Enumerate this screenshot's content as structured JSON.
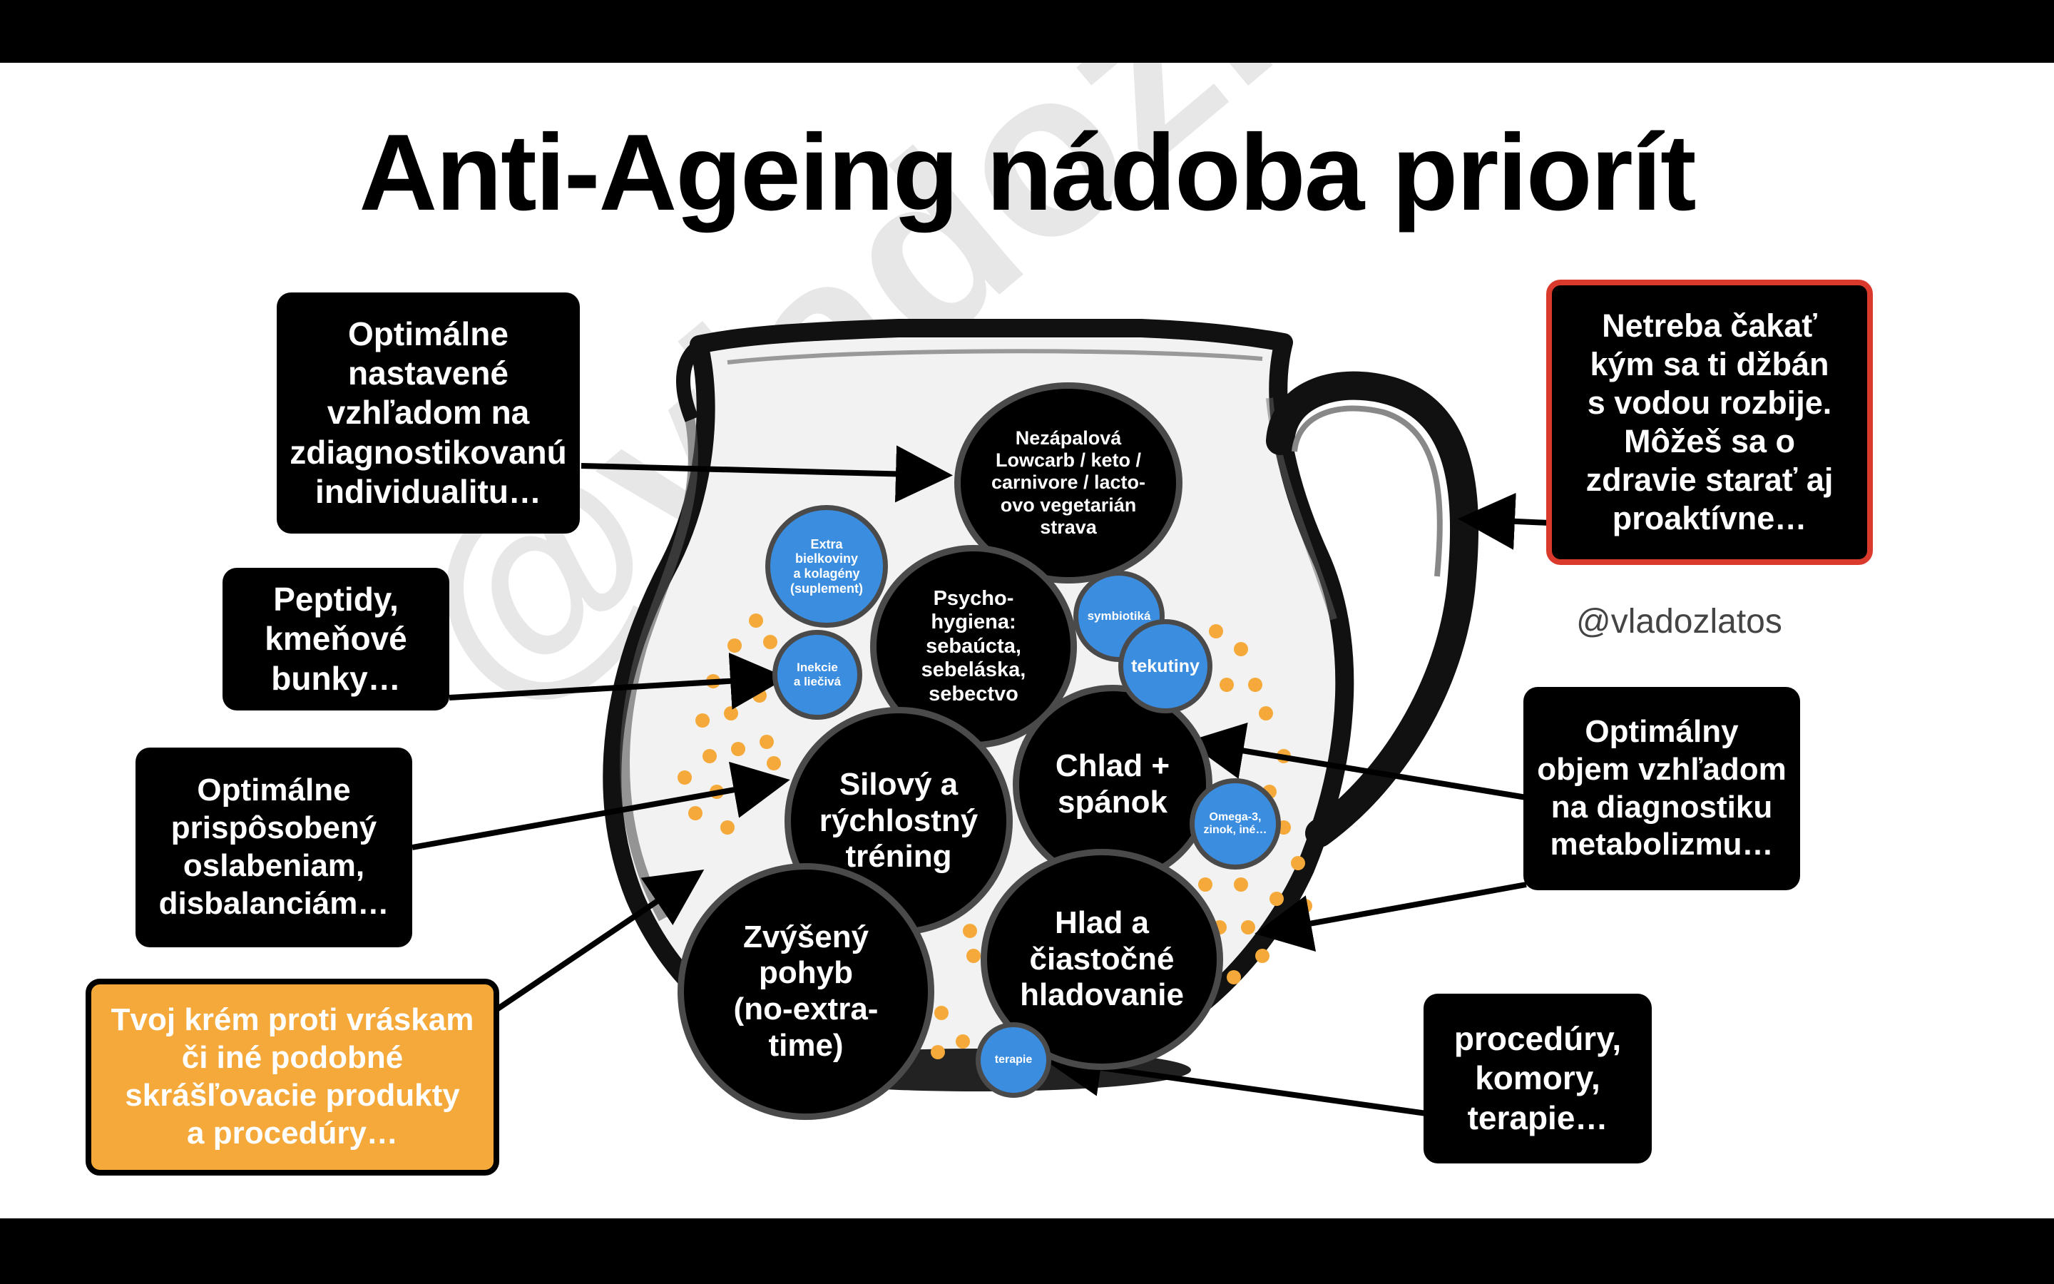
{
  "title": "Anti-Ageing nádoba priorít",
  "watermark": "@vladozlatos",
  "handle": "@vladozlatos",
  "colors": {
    "background": "#ffffff",
    "bubble_big": "#000000",
    "bubble_small": "#3b8de0",
    "dots": "#f4a93a",
    "callout_red_border": "#d93a2b",
    "callout_orange": "#f4a93a"
  },
  "callouts": {
    "diet_note": "Optimálne\nnastavené\nvzhľadom na\nzdiagnostikovanú\nindividualitu…",
    "peptides": "Peptidy,\nkmeňové\nbunky…",
    "training_note": "Optimálne\nprispôsobený\noslabeniam,\ndisbalanciám…",
    "cream": "Tvoj krém proti vráskam\nči iné podobné\nskrášľovacie produkty\na procedúry…",
    "proactive": "Netreba čakať\nkým sa ti džbán\ns vodou rozbije.\nMôžeš sa o\nzdravie starať aj\nproaktívne…",
    "volume_note": "Optimálny\nobjem vzhľadom\nna diagnostiku\nmetabolizmu…",
    "procedures": "procedúry,\nkomory,\nterapie…"
  },
  "bubbles": {
    "diet": "Nezápalová\nLowcarb / keto /\ncarnivore / lacto-\novo vegetarián\nstrava",
    "psycho": "Psycho-\nhygiena:\nsebaúcta,\nsebeláska,\nsebectvo",
    "strength": "Silový a\nrýchlostný\ntréning",
    "cold_sleep": "Chlad +\nspánok",
    "hunger": "Hlad a\nčiastočné\nhladovanie",
    "movement": "Zvýšený\npohyb\n(no-extra-\ntime)",
    "protein": "Extra\nbielkoviny\na kolagény\n(suplement)",
    "injections": "Inekcie\na liečivá",
    "symbiotics": "symbiotiká",
    "fluids": "tekutiny",
    "omega": "Omega-3,\nzinok, iné…",
    "therapy": "terapie"
  }
}
